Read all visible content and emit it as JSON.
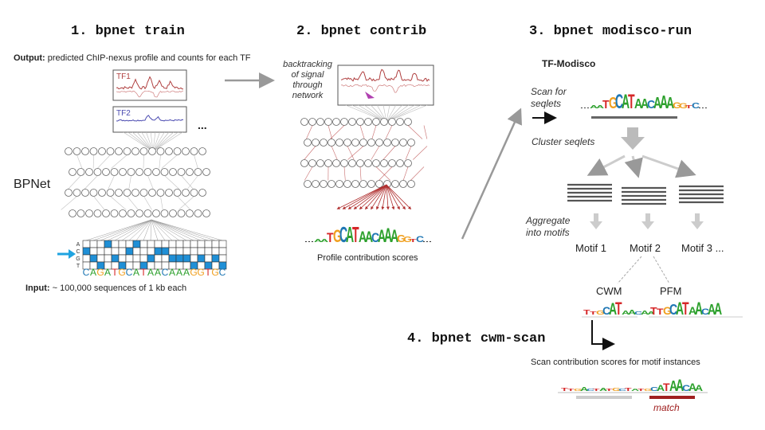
{
  "steps": {
    "s1": {
      "title": "1. bpnet train"
    },
    "s2": {
      "title": "2. bpnet contrib"
    },
    "s3": {
      "title": "3. bpnet modisco-run"
    },
    "s4": {
      "title": "4. bpnet cwm-scan"
    }
  },
  "train": {
    "output_bold": "Output:",
    "output_text": " predicted ChIP-nexus profile and counts for each TF",
    "tf1": "TF1",
    "tf2": "TF2",
    "more": "...",
    "model_label": "BPNet",
    "input_bold": "Input:",
    "input_text": " ~ 100,000 sequences  of 1 kb each",
    "bases": [
      "A",
      "C",
      "G",
      "T"
    ],
    "sequence": "CAGATGCATAACAAAGGTGC"
  },
  "contrib": {
    "backtrack": [
      "backtracking",
      "of signal",
      "through",
      "network"
    ],
    "caption": "Profile contribution scores",
    "logo_text": "...aATGCATAACAAAGGTC..."
  },
  "modisco": {
    "label": "TF-Modisco",
    "scan_seqlets": [
      "Scan for",
      "seqlets"
    ],
    "cluster": "Cluster seqlets",
    "aggregate": [
      "Aggregate",
      "into motifs"
    ],
    "motifs": [
      "Motif 1",
      "Motif 2",
      "Motif 3 ..."
    ],
    "cwm": "CWM",
    "pfm": "PFM"
  },
  "cwmscan": {
    "caption": "Scan contribution scores for motif instances",
    "match": "match"
  },
  "colors": {
    "tf1": "#b04040",
    "tf2": "#4a4ab0",
    "red_net": "#b03030",
    "blue_arrow": "#1fa3e0",
    "cell_fill": "#1f8fd6",
    "grey_arrow": "#999999",
    "base_A": "#2ca02c",
    "base_C": "#1f77b4",
    "base_G": "#f0a020",
    "base_T": "#d62728"
  },
  "onehot": [
    [
      0,
      0,
      0,
      1,
      0,
      0,
      0,
      1,
      0,
      0,
      0,
      0,
      0,
      0,
      0,
      0,
      0,
      0,
      0,
      0
    ],
    [
      1,
      0,
      0,
      0,
      0,
      0,
      1,
      0,
      0,
      0,
      1,
      1,
      0,
      0,
      0,
      0,
      0,
      0,
      0,
      0
    ],
    [
      0,
      1,
      0,
      0,
      1,
      0,
      0,
      0,
      0,
      1,
      0,
      0,
      1,
      1,
      1,
      0,
      1,
      0,
      1,
      0
    ],
    [
      0,
      0,
      1,
      0,
      0,
      1,
      0,
      0,
      1,
      0,
      0,
      0,
      0,
      0,
      0,
      1,
      0,
      1,
      0,
      1
    ]
  ]
}
